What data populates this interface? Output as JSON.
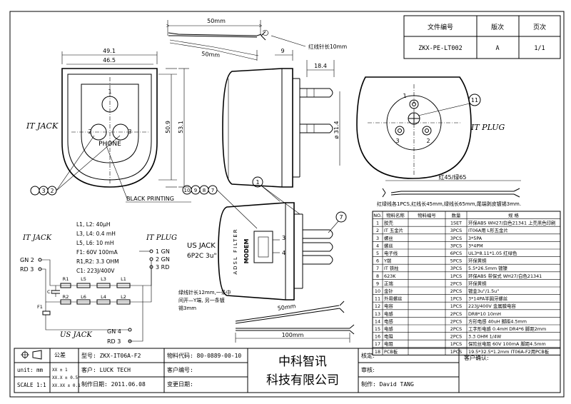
{
  "title_block_top": {
    "headers": [
      "文件编号",
      "版次",
      "页次"
    ],
    "values": [
      "ZKX-PE-LT002",
      "A",
      "1/1"
    ]
  },
  "dimensions": {
    "top_length": "50mm",
    "diag_length": "50mm",
    "red_pin_len": "红线针长10mm",
    "w491": "49.1",
    "w465": "46.5",
    "h509": "50.9",
    "h531": "53.1",
    "d9": "9",
    "d184": "18.4",
    "dia314": "ø 31.4",
    "red_len": "红45/绿65",
    "wire_note": "红绿线各1PCS,红线长45mm,绿线长65mm,尾端剥皮镀锡3mm.",
    "bottom_50": "50mm",
    "bottom_100": "100mm",
    "pin_note": [
      "绿线针长12mm,一条中",
      "间开—Y端, 另一条镀",
      "锡3mm"
    ]
  },
  "labels": {
    "it_jack": "IT JACK",
    "it_plug": "IT PLUG",
    "phone": "PHONE",
    "black_printing": "BLACK PRINTING",
    "us_jack": "US JACK",
    "us_jack_spec": "6P2C 3u\"",
    "adsl_filter": "ADSL FILTER",
    "modem": "MODEM",
    "pin1": "1",
    "pin2": "2",
    "pin3": "3",
    "pin4": "4"
  },
  "callouts": {
    "c11": "11",
    "c32": [
      "3",
      "2"
    ],
    "c10987": [
      "10",
      "9",
      "8",
      "7"
    ],
    "c1": "1",
    "c7": "7"
  },
  "schematic": {
    "it_jack": "IT JACK",
    "it_plug": "IT PLUG",
    "us_jack": "US JACK",
    "params": [
      "L1, L2: 40μH",
      "L3, L4: 0.4 mH",
      "L5, L6: 10 mH",
      "F1: 60V 100mA",
      "R1,R2: 3.3 OHM",
      "C1: 223J/400V"
    ],
    "gn2": "GN 2",
    "rd3": "RD 3",
    "gn4": "GN 4",
    "rd3b": "RD 3",
    "p1gn": "1 GN",
    "p2gn": "2 GN",
    "p3rd": "3 RD",
    "parts": [
      "R1",
      "L5",
      "L3",
      "L1",
      "R2",
      "L6",
      "L4",
      "L2",
      "C1",
      "F1"
    ]
  },
  "bom": {
    "headers": [
      "NO.",
      "物料名称",
      "物料编号",
      "数量",
      "规 格"
    ],
    "rows": [
      [
        "1",
        "胶壳",
        "",
        "1SET",
        "环保ABS WH27/白色21341 上壳黑色印刷"
      ],
      [
        "2",
        "IT 五金片",
        "",
        "3PCS",
        "IT06A用 L形五金片"
      ],
      [
        "3",
        "螺丝",
        "",
        "3PCS",
        "3*5PA"
      ],
      [
        "4",
        "螺丝",
        "",
        "3PCS",
        "3*4PM"
      ],
      [
        "5",
        "电子线",
        "",
        "6PCS",
        "UL3*8.11*1.05 红绿色"
      ],
      [
        "6",
        "Y端",
        "",
        "5PCS",
        "环保黄铜"
      ],
      [
        "7",
        "IT 铁柱",
        "",
        "3PCS",
        "5.5*26.5mm 镀镍"
      ],
      [
        "8",
        "623K",
        "",
        "1PCS",
        "环保ABS 带保式 WH27/白色21341"
      ],
      [
        "9",
        "正端",
        "",
        "2PCS",
        "环保黄铜"
      ],
      [
        "10",
        "金针",
        "",
        "2PCS",
        "镀金3u\"/1.5u\""
      ],
      [
        "11",
        "外用螺丝",
        "",
        "1PCS",
        "3*14PA半圆牙螺丝"
      ],
      [
        "12",
        "电容",
        "",
        "1PCS",
        "223J/400V  金属膜电容"
      ],
      [
        "13",
        "电感",
        "",
        "2PCS",
        "DR8*10 10mH"
      ],
      [
        "14",
        "电感",
        "",
        "2PCS",
        "方形电感 40uH 脚距4.5mm"
      ],
      [
        "15",
        "电感",
        "",
        "2PCS",
        "工字形电感 0.4mH DR4*6 脚距2mm"
      ],
      [
        "16",
        "电阻",
        "",
        "2PCS",
        "3.3 OHM 1/4W"
      ],
      [
        "17",
        "电阻",
        "",
        "1PCS",
        "保险丝电阻 60V 100mA 脚距4.5mm"
      ],
      [
        "18",
        "PCB板",
        "",
        "1PCS",
        "19.5*32.5*1.2mm IT06A-F2用PCB板"
      ]
    ]
  },
  "footer": {
    "common": "公差",
    "unit": "unit: mm",
    "scale": "SCALE 1:1",
    "tol1": "XX ± 1",
    "tol2": "XX.X ± 0.5",
    "tol3": "XX.XX ± 0.1",
    "model": "型号: ZKX-IT06A-F2",
    "material_code": "物料代码: 80-0889-00-10",
    "customer": "客户: LUCK TECH",
    "cust_code": "客户编号:",
    "date": "制作日期: 2011.06.08",
    "change_date": "变更日期:",
    "company1": "中科智讯",
    "company2": "科技有限公司",
    "check": "核定:",
    "review": "审核:",
    "maker": "制作: David TANG",
    "cust_confirm": "客户确认:"
  }
}
